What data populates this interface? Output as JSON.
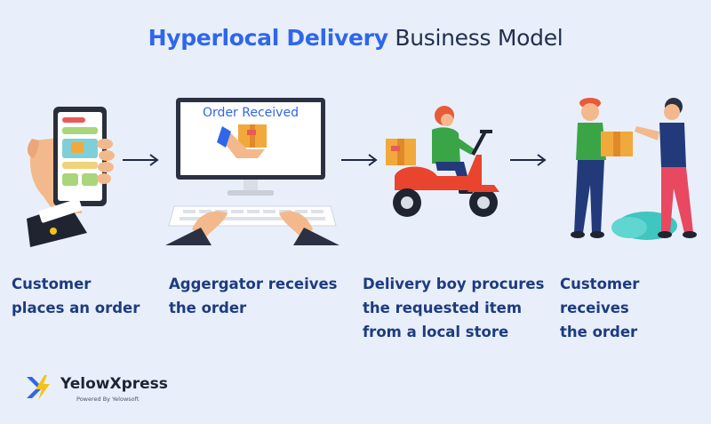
{
  "title": {
    "accent": "Hyperlocal Delivery",
    "rest": " Business Model"
  },
  "steps": [
    {
      "caption_lines": [
        "Customer",
        "places an order"
      ],
      "icon": "smartphone-order-icon"
    },
    {
      "caption_lines": [
        "Aggergator receives",
        "the order"
      ],
      "screen_text": "Order Received",
      "icon": "computer-order-received-icon"
    },
    {
      "caption_lines": [
        "Delivery boy procures",
        "the requested item",
        "from a local store"
      ],
      "icon": "scooter-delivery-icon"
    },
    {
      "caption_lines": [
        "Customer receives",
        "the order"
      ],
      "icon": "package-handoff-icon"
    }
  ],
  "brand": {
    "name": "YelowXpress",
    "tagline": "Powered By Yelowsoft"
  },
  "colors": {
    "accent": "#2f66ea",
    "caption": "#1d3b80",
    "background": "#e8effa"
  }
}
